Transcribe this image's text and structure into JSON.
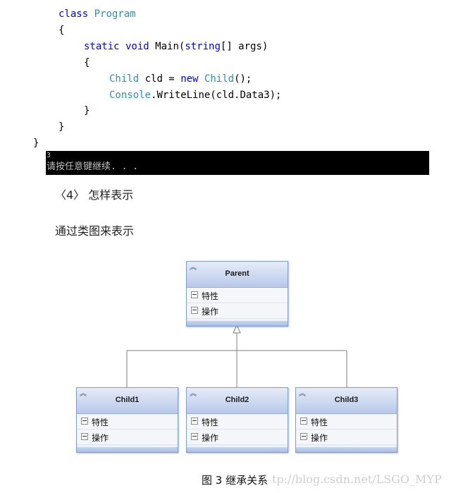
{
  "code": {
    "line1": {
      "kw": "class",
      "ty": "Program"
    },
    "line2": "{",
    "line3": {
      "kw": "static void",
      "rest": "Main(",
      "ty": "string",
      "rest2": "[] args)"
    },
    "line4": "{",
    "line5": {
      "ty": "Child",
      "rest": "cld =",
      "kw": "new",
      "ty2": "Child",
      "rest2": "();"
    },
    "line6": {
      "ty": "Console",
      "rest": ".WriteLine(cld.Data3);"
    },
    "line7": "}",
    "line8": "}",
    "line9": "}"
  },
  "console": {
    "line1": "3",
    "line2": "请按任意键继续. . ."
  },
  "section_heading": "〈4〉 怎样表示",
  "section_text": "通过类图来表示",
  "diagram": {
    "parent": {
      "name": "Parent",
      "rows": [
        "特性",
        "操作"
      ]
    },
    "children": [
      {
        "name": "Child1",
        "rows": [
          "特性",
          "操作"
        ]
      },
      {
        "name": "Child2",
        "rows": [
          "特性",
          "操作"
        ]
      },
      {
        "name": "Child3",
        "rows": [
          "特性",
          "操作"
        ]
      }
    ],
    "collapse_icon": "double-chevron-up-icon",
    "colors": {
      "line": "#7f7f7f",
      "box_border": "#7c9ed4"
    }
  },
  "caption": "图 3 继承关系",
  "watermark": "tp://blog.csdn.net/LSGO_MYP"
}
